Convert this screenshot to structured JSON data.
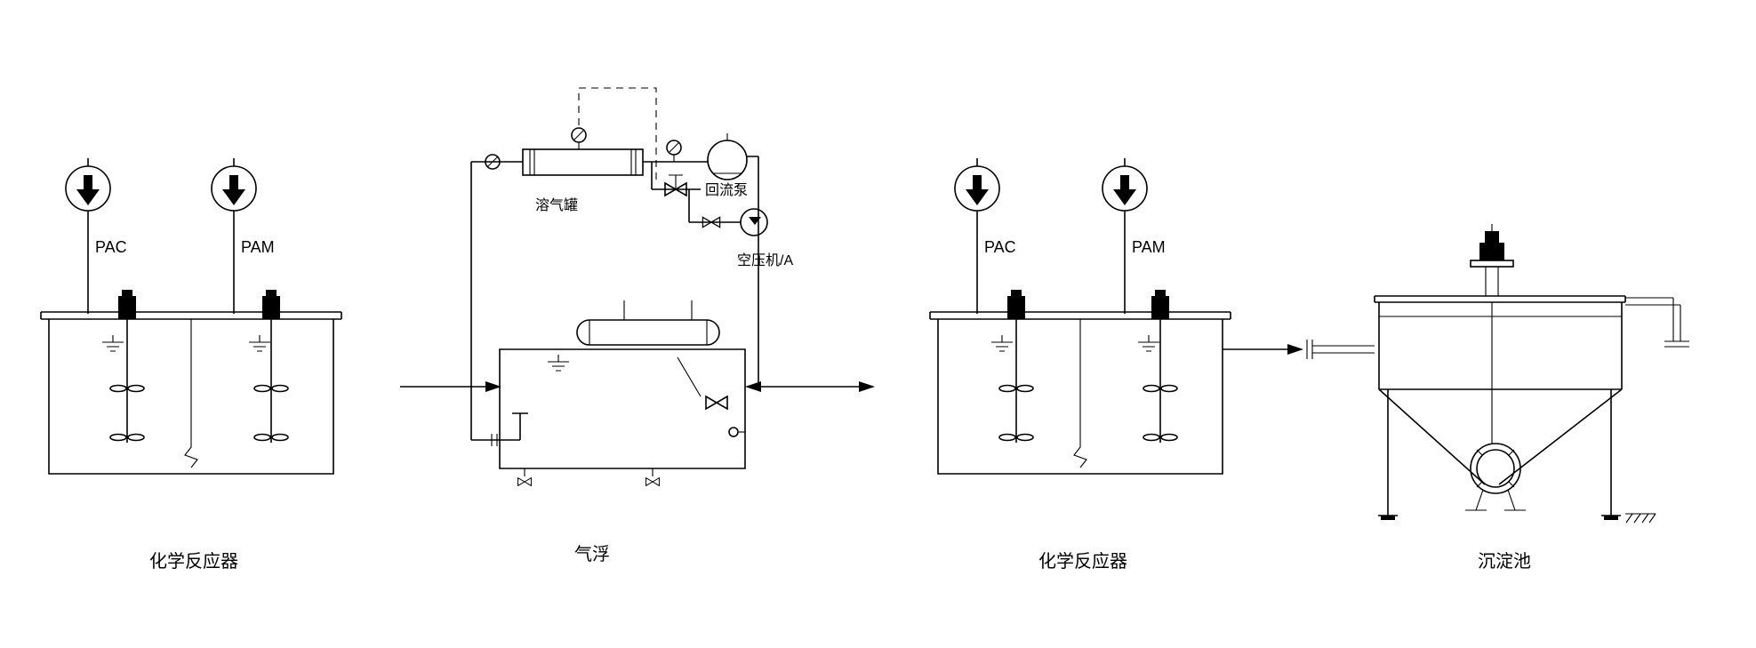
{
  "diagram": {
    "background_color": "#ffffff",
    "line_color": "#000000",
    "units": {
      "reactor1": {
        "label": "化学反应器",
        "pac": "PAC",
        "pam": "PAM"
      },
      "flotation": {
        "label": "气浮",
        "dissolved_air_tank": "溶气罐",
        "reflux_pump": "回流泵",
        "air_compressor": "空压机/A"
      },
      "reactor2": {
        "label": "化学反应器",
        "pac": "PAC",
        "pam": "PAM"
      },
      "sedimentation": {
        "label": "沉淀池"
      }
    }
  }
}
